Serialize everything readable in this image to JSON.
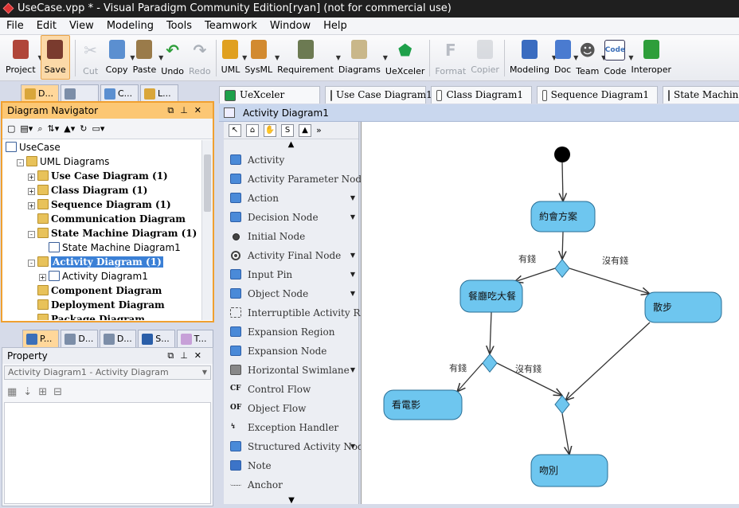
{
  "window": {
    "title": "UseCase.vpp * - Visual Paradigm Community Edition[ryan] (not for commercial use)"
  },
  "menu": [
    "File",
    "Edit",
    "View",
    "Modeling",
    "Tools",
    "Teamwork",
    "Window",
    "Help"
  ],
  "toolbar": [
    {
      "label": "Project",
      "icon": "project-icon",
      "dropdown": true,
      "disabled": false
    },
    {
      "label": "Save",
      "icon": "save-icon",
      "dropdown": false,
      "disabled": false,
      "active": true
    },
    {
      "label": "Cut",
      "icon": "cut-icon",
      "dropdown": false,
      "disabled": true
    },
    {
      "label": "Copy",
      "icon": "copy-icon",
      "dropdown": true,
      "disabled": false
    },
    {
      "label": "Paste",
      "icon": "paste-icon",
      "dropdown": true,
      "disabled": false
    },
    {
      "label": "Undo",
      "icon": "undo-icon",
      "dropdown": false,
      "disabled": false
    },
    {
      "label": "Redo",
      "icon": "redo-icon",
      "dropdown": false,
      "disabled": true
    },
    {
      "label": "UML",
      "icon": "uml-icon",
      "dropdown": true,
      "disabled": false
    },
    {
      "label": "SysML",
      "icon": "sysml-icon",
      "dropdown": true,
      "disabled": false
    },
    {
      "label": "Requirement",
      "icon": "requirement-icon",
      "dropdown": true,
      "disabled": false
    },
    {
      "label": "Diagrams",
      "icon": "diagrams-icon",
      "dropdown": true,
      "disabled": false
    },
    {
      "label": "UeXceler",
      "icon": "uexceler-icon",
      "dropdown": false,
      "disabled": false
    },
    {
      "label": "Format",
      "icon": "format-icon",
      "dropdown": false,
      "disabled": true
    },
    {
      "label": "Copier",
      "icon": "copier-icon",
      "dropdown": false,
      "disabled": true
    },
    {
      "label": "Modeling",
      "icon": "modeling-icon",
      "dropdown": true,
      "disabled": false
    },
    {
      "label": "Doc",
      "icon": "doc-icon",
      "dropdown": true,
      "disabled": false
    },
    {
      "label": "Team",
      "icon": "team-icon",
      "dropdown": true,
      "disabled": false
    },
    {
      "label": "Code",
      "icon": "code-icon",
      "dropdown": true,
      "disabled": false
    },
    {
      "label": "Interoper",
      "icon": "interop-icon",
      "dropdown": false,
      "disabled": false
    }
  ],
  "left_dock_tabs": [
    {
      "label": "D...",
      "selected": true
    },
    {
      "label": "",
      "selected": false
    },
    {
      "label": "C...",
      "selected": false
    },
    {
      "label": "L...",
      "selected": false
    }
  ],
  "navigator": {
    "title": "Diagram Navigator",
    "tree": [
      {
        "level": 0,
        "label": "UseCase",
        "bold": false,
        "expander": "",
        "icon": "project-icon"
      },
      {
        "level": 1,
        "label": "UML Diagrams",
        "bold": false,
        "expander": "-",
        "icon": "folder-open-icon"
      },
      {
        "level": 2,
        "label": "Use Case Diagram (1)",
        "bold": true,
        "expander": "+",
        "icon": "folder-icon"
      },
      {
        "level": 2,
        "label": "Class Diagram (1)",
        "bold": true,
        "expander": "+",
        "icon": "folder-icon"
      },
      {
        "level": 2,
        "label": "Sequence Diagram (1)",
        "bold": true,
        "expander": "+",
        "icon": "folder-icon"
      },
      {
        "level": 2,
        "label": "Communication Diagram",
        "bold": true,
        "expander": "",
        "icon": "folder-icon"
      },
      {
        "level": 2,
        "label": "State Machine Diagram (1)",
        "bold": true,
        "expander": "-",
        "icon": "folder-open-icon"
      },
      {
        "level": 3,
        "label": "State Machine Diagram1",
        "bold": false,
        "expander": "",
        "icon": "diagram-icon"
      },
      {
        "level": 2,
        "label": "Activity Diagram (1)",
        "bold": true,
        "expander": "-",
        "icon": "folder-open-icon",
        "selected": true
      },
      {
        "level": 3,
        "label": "Activity Diagram1",
        "bold": false,
        "expander": "+",
        "icon": "diagram-icon"
      },
      {
        "level": 2,
        "label": "Component Diagram",
        "bold": true,
        "expander": "",
        "icon": "folder-icon"
      },
      {
        "level": 2,
        "label": "Deployment Diagram",
        "bold": true,
        "expander": "",
        "icon": "folder-icon"
      },
      {
        "level": 2,
        "label": "Package Diagram",
        "bold": true,
        "expander": "",
        "icon": "folder-icon"
      }
    ]
  },
  "bottom_dock_tabs": [
    {
      "label": "P...",
      "selected": true
    },
    {
      "label": "D...",
      "selected": false
    },
    {
      "label": "D...",
      "selected": false
    },
    {
      "label": "S...",
      "selected": false
    },
    {
      "label": "T...",
      "selected": false
    }
  ],
  "property": {
    "title": "Property",
    "selected": "Activity Diagram1 - Activity Diagram"
  },
  "editor_tabs": [
    {
      "label": "UeXceler"
    },
    {
      "label": "Use Case Diagram1"
    },
    {
      "label": "Class Diagram1"
    },
    {
      "label": "Sequence Diagram1"
    },
    {
      "label": "State Machine Dia"
    }
  ],
  "diagram": {
    "title": "Activity Diagram1"
  },
  "palette": [
    {
      "label": "Activity",
      "icon": "activity-icon",
      "dropdown": false,
      "style": ""
    },
    {
      "label": "Activity Parameter Node",
      "icon": "activity-parameter-node-icon",
      "dropdown": false,
      "style": ""
    },
    {
      "label": "Action",
      "icon": "action-icon",
      "dropdown": true,
      "style": ""
    },
    {
      "label": "Decision Node",
      "icon": "decision-node-icon",
      "dropdown": true,
      "style": ""
    },
    {
      "label": "Initial Node",
      "icon": "initial-node-icon",
      "dropdown": false,
      "style": "dot"
    },
    {
      "label": "Activity Final Node",
      "icon": "activity-final-node-icon",
      "dropdown": true,
      "style": "final"
    },
    {
      "label": "Input Pin",
      "icon": "input-pin-icon",
      "dropdown": true,
      "style": ""
    },
    {
      "label": "Object Node",
      "icon": "object-node-icon",
      "dropdown": true,
      "style": ""
    },
    {
      "label": "Interruptible Activity Region",
      "icon": "interruptible-region-icon",
      "dropdown": false,
      "style": "dashed"
    },
    {
      "label": "Expansion Region",
      "icon": "expansion-region-icon",
      "dropdown": false,
      "style": ""
    },
    {
      "label": "Expansion Node",
      "icon": "expansion-node-icon",
      "dropdown": false,
      "style": ""
    },
    {
      "label": "Horizontal Swimlane",
      "icon": "horizontal-swimlane-icon",
      "dropdown": true,
      "style": "grey"
    },
    {
      "label": "Control Flow",
      "icon": "control-flow-icon",
      "dropdown": false,
      "style": "text",
      "glyph": "CF"
    },
    {
      "label": "Object Flow",
      "icon": "object-flow-icon",
      "dropdown": false,
      "style": "text",
      "glyph": "OF"
    },
    {
      "label": "Exception Handler",
      "icon": "exception-handler-icon",
      "dropdown": false,
      "style": "text",
      "glyph": "↯"
    },
    {
      "label": "Structured Activity Node",
      "icon": "structured-activity-node-icon",
      "dropdown": true,
      "style": ""
    },
    {
      "label": "Note",
      "icon": "note-icon",
      "dropdown": false,
      "style": "note"
    },
    {
      "label": "Anchor",
      "icon": "anchor-icon",
      "dropdown": false,
      "style": "anchor"
    }
  ],
  "activity": {
    "colors": {
      "node_fill": "#6ec6ef",
      "node_stroke": "#2a6f96",
      "edge": "#333333"
    },
    "nodes": [
      {
        "id": "start",
        "type": "initial",
        "label": ""
      },
      {
        "id": "plan",
        "type": "action",
        "label": "約會方案"
      },
      {
        "id": "d1",
        "type": "decision",
        "label": ""
      },
      {
        "id": "dinner",
        "type": "action",
        "label": "餐廳吃大餐"
      },
      {
        "id": "walk",
        "type": "action",
        "label": "散步"
      },
      {
        "id": "d2",
        "type": "decision",
        "label": ""
      },
      {
        "id": "movie",
        "type": "action",
        "label": "看電影"
      },
      {
        "id": "m1",
        "type": "decision",
        "label": ""
      },
      {
        "id": "bye",
        "type": "action",
        "label": "吻別"
      }
    ],
    "edges": [
      {
        "from": "start",
        "to": "plan",
        "label": ""
      },
      {
        "from": "plan",
        "to": "d1",
        "label": ""
      },
      {
        "from": "d1",
        "to": "dinner",
        "label": "有錢"
      },
      {
        "from": "d1",
        "to": "walk",
        "label": "沒有錢"
      },
      {
        "from": "dinner",
        "to": "d2",
        "label": ""
      },
      {
        "from": "d2",
        "to": "movie",
        "label": "有錢"
      },
      {
        "from": "d2",
        "to": "m1",
        "label": "沒有錢"
      },
      {
        "from": "walk",
        "to": "m1",
        "label": ""
      },
      {
        "from": "m1",
        "to": "bye",
        "label": ""
      }
    ]
  }
}
